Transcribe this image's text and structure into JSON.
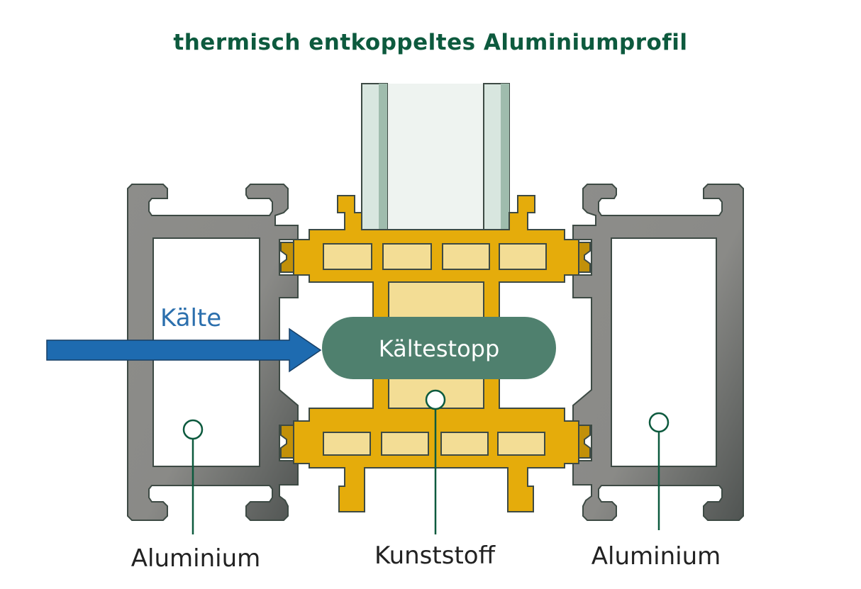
{
  "title": "thermisch entkoppeltes Aluminiumprofil",
  "labels": {
    "left_material": "Aluminium",
    "center_material": "Kunststoff",
    "right_material": "Aluminium",
    "cold": "Kälte",
    "cold_stop": "Kältestopp"
  },
  "colors": {
    "title": "#0d5a3e",
    "aluminium": "#8a8a87",
    "outline": "#3d4a44",
    "plastic": "#e5ac0b",
    "plastic_light": "#f3dd95",
    "glass": "#eaf1ee",
    "glass_edge": "#a8c4b6",
    "arrow": "#1e6bb0",
    "cold_text": "#2b6fad",
    "pill": "#4f806e",
    "leader": "#0d5a3e",
    "label_text": "#222222"
  }
}
